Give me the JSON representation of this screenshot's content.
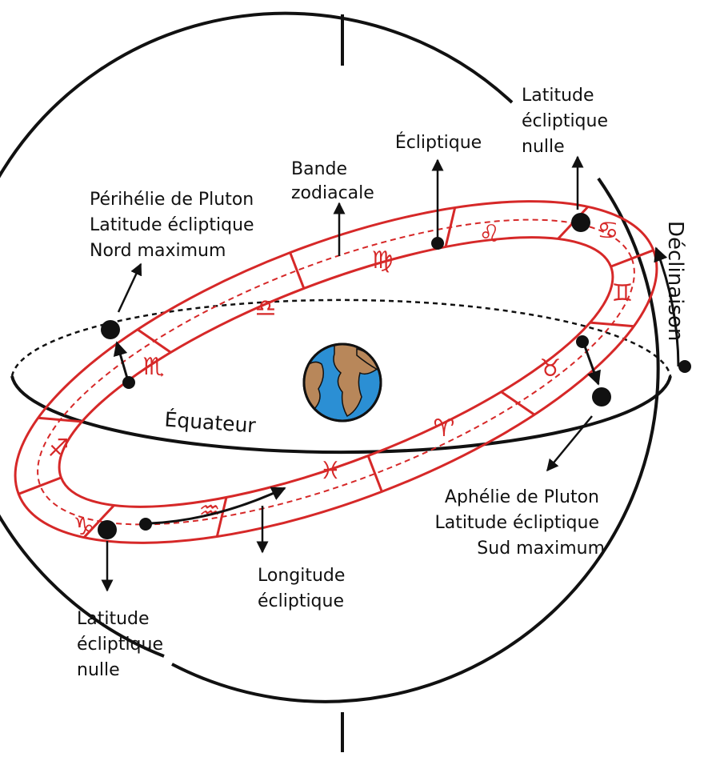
{
  "colors": {
    "ink": "#111111",
    "band": "#d62828",
    "ocean": "#2b8fd4",
    "land": "#b8875a"
  },
  "labels": {
    "ecliptique": "Écliptique",
    "latitude_nulle_top": [
      "Latitude",
      "écliptique",
      "nulle"
    ],
    "bande_zodiacale": [
      "Bande",
      "zodiacale"
    ],
    "perihelie": [
      "Périhélie de Pluton",
      "Latitude écliptique",
      "Nord maximum"
    ],
    "declinaison": "Déclinaison",
    "equateur": "Équateur",
    "aphelie": [
      "Aphélie de Pluton",
      "Latitude écliptique",
      "Sud maximum"
    ],
    "longitude": [
      "Longitude",
      "écliptique"
    ],
    "latitude_nulle_bottom": [
      "Latitude",
      "écliptique",
      "nulle"
    ]
  },
  "zodiac": {
    "leo": "♌",
    "cancer": "♋",
    "virgo": "♍",
    "libra": "♎",
    "scorpio": "♏",
    "sagittarius": "♐",
    "capricorn": "♑",
    "aquarius": "♒",
    "pisces": "♓",
    "aries": "♈",
    "taurus": "♉",
    "gemini": "♊"
  },
  "icons": {
    "earth": "earth-icon"
  }
}
